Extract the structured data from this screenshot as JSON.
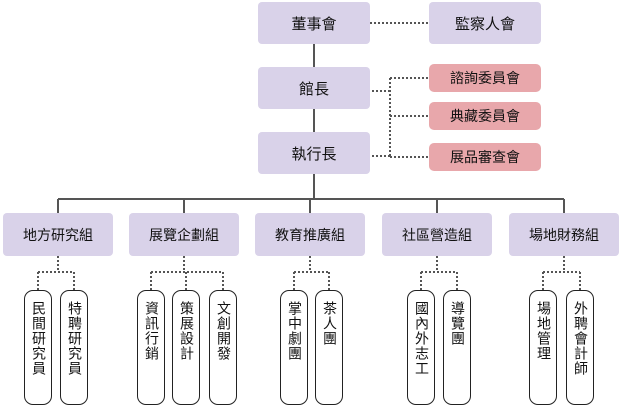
{
  "colors": {
    "lavender": "#d9d2e9",
    "pink": "#e8a7ab",
    "solid_line": "#555555",
    "dotted_line": "#555555"
  },
  "top": {
    "board": "董事會",
    "supervisors": "監察人會",
    "director": "館長",
    "executive": "執行長",
    "committees": [
      "諮詢委員會",
      "典藏委員會",
      "展品審查會"
    ]
  },
  "departments": [
    {
      "label": "地方研究組",
      "units": [
        "民間研究員",
        "特聘研究員"
      ]
    },
    {
      "label": "展覽企劃組",
      "units": [
        "資訊行銷",
        "策展設計",
        "文創開發"
      ]
    },
    {
      "label": "教育推廣組",
      "units": [
        "掌中劇團",
        "茶人團"
      ]
    },
    {
      "label": "社區營造組",
      "units": [
        "國內外志工",
        "導覽團"
      ]
    },
    {
      "label": "場地財務組",
      "units": [
        "場地管理",
        "外聘會計師"
      ]
    }
  ]
}
